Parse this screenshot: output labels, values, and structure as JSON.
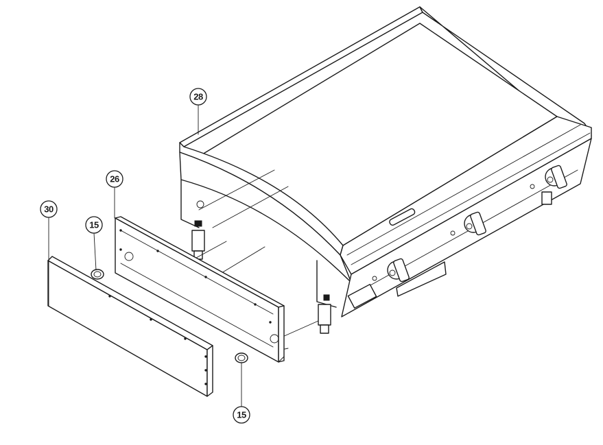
{
  "callouts": {
    "c28": "28",
    "c26": "26",
    "c30": "30",
    "c15a": "15",
    "c15b": "15"
  },
  "parts": {
    "griddle": "griddle-assembly",
    "panel": "front-panel",
    "cover": "front-cover",
    "bushing": "bushing"
  }
}
